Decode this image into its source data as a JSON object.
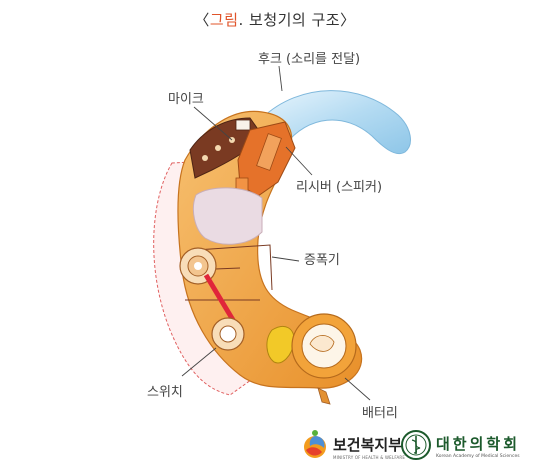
{
  "title": {
    "bracket_open": "〈",
    "accent": "그림",
    "rest": ". 보청기의 구조",
    "bracket_close": "〉"
  },
  "labels": {
    "hook": "후크 (소리를 전달)",
    "mic": "마이크",
    "receiver": "리시버 (스피커)",
    "amplifier": "증폭기",
    "switch": "스위치",
    "battery": "배터리"
  },
  "logos": {
    "mohw": {
      "name": "보건복지부",
      "sub": "MINISTRY OF HEALTH & WELFARE"
    },
    "kams": {
      "name": "대한의학회",
      "sub": "Korean Academy of Medical Sciences"
    }
  },
  "colors": {
    "accent": "#e0542a",
    "hook": "#a9d4ee",
    "body": "#f2a33a",
    "shell_outline": "#e06060",
    "leader": "#444444"
  }
}
